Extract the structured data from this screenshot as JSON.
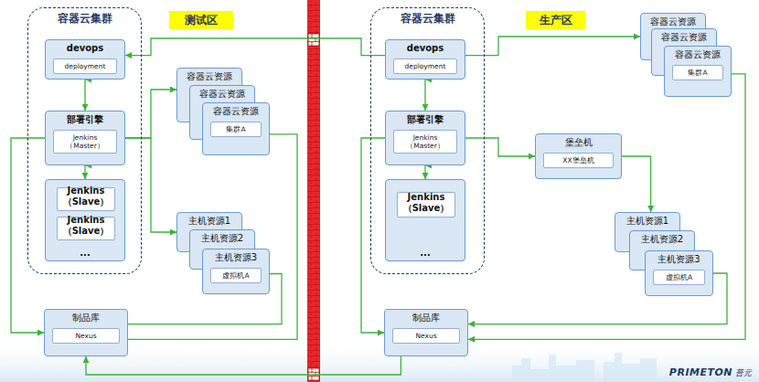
{
  "diagram": {
    "nodes": [
      {
        "text": [
          "容器云集群"
        ]
      },
      {
        "text": [
          "devops",
          "deployment"
        ],
        "in": 0
      },
      {
        "text": [
          "部署引擎",
          "Jenkins （Master）"
        ],
        "in": 0
      },
      {
        "text": [
          "..."
        ],
        "in": 0
      },
      {
        "text": [
          "Jenkins （Slave）"
        ],
        "in": 3
      },
      {
        "text": [
          "Jenkins （Slave）"
        ],
        "in": 3
      },
      {
        "text": [
          "测试区"
        ]
      },
      {
        "text": [
          "容器云资源"
        ]
      },
      {
        "text": [
          "容器云资源"
        ]
      },
      {
        "text": [
          "容器云资源",
          "集群A"
        ]
      },
      {
        "text": [
          "主机资源1"
        ]
      },
      {
        "text": [
          "主机资源2"
        ]
      },
      {
        "text": [
          "主机资源3",
          "虚拟机A"
        ]
      },
      {
        "text": [
          "制品库",
          "Nexus"
        ]
      },
      {
        "text": [
          "容器云集群"
        ]
      },
      {
        "text": [
          "devops",
          "deployment"
        ],
        "in": 14
      },
      {
        "text": [
          "部署引擎",
          "Jenkins （Master）"
        ],
        "in": 14
      },
      {
        "text": [
          "..."
        ],
        "in": 14
      },
      {
        "text": [
          "Jenkins （Slave）"
        ],
        "in": 17
      },
      {
        "text": [
          "生产区"
        ]
      },
      {
        "text": [
          "容器云资源"
        ]
      },
      {
        "text": [
          "容器云资源"
        ]
      },
      {
        "text": [
          "容器云资源",
          "集群A"
        ]
      },
      {
        "text": [
          "堡垒机",
          "XX堡垒机"
        ]
      },
      {
        "text": [
          "主机资源1"
        ]
      },
      {
        "text": [
          "主机资源2"
        ]
      },
      {
        "text": [
          "主机资源3",
          "虚拟机A"
        ]
      },
      {
        "text": [
          "制品库",
          "Nexus"
        ]
      }
    ],
    "edges": [
      {
        "from": 1,
        "to": 2,
        "arrow": "both"
      },
      {
        "from": 2,
        "to": 3,
        "arrow": "both"
      },
      {
        "from": 2,
        "to": 7,
        "arrow": "to"
      },
      {
        "from": 2,
        "to": 10,
        "arrow": "to"
      },
      {
        "from": 2,
        "to": 13,
        "arrow": "to"
      },
      {
        "from": 9,
        "to": 13,
        "arrow": "none"
      },
      {
        "from": 12,
        "to": 13,
        "arrow": "none"
      },
      {
        "from": 15,
        "to": 1,
        "arrow": "to"
      },
      {
        "from": 27,
        "to": 13,
        "arrow": "to"
      },
      {
        "from": 15,
        "to": 16,
        "arrow": "both"
      },
      {
        "from": 16,
        "to": 17,
        "arrow": "both"
      },
      {
        "from": 15,
        "to": 20,
        "arrow": "to"
      },
      {
        "from": 16,
        "to": 23,
        "arrow": "to"
      },
      {
        "from": 23,
        "to": 24,
        "arrow": "to"
      },
      {
        "from": 26,
        "to": 27,
        "arrow": "to"
      },
      {
        "from": 22,
        "to": 27,
        "arrow": "to"
      },
      {
        "from": 16,
        "to": 27,
        "arrow": "to"
      }
    ],
    "labels": [
      "PRIMETON",
      "普元"
    ]
  }
}
